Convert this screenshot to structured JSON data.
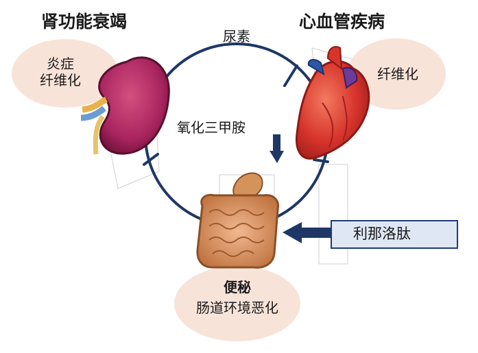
{
  "kidney": {
    "title": "肾功能衰竭",
    "bubble_line1": "炎症",
    "bubble_line2": "纤维化"
  },
  "heart": {
    "title": "心血管疾病",
    "bubble": "纤维化"
  },
  "gut": {
    "bubble_title": "便秘",
    "bubble_sub": "肠道环境恶化"
  },
  "cycle": {
    "top_label": "尿素",
    "center_label": "氧化三甲胺"
  },
  "drug": {
    "label": "利那洛肽",
    "box_fill": "#dfe6f4",
    "box_stroke": "#1f3a78"
  },
  "colors": {
    "circle": "#1e3766",
    "bubble": "#f8e3d9",
    "kidney": "#a8245f",
    "heart": "#d7342c",
    "intestine": "#c9824a",
    "stomach": "#d4935b"
  }
}
